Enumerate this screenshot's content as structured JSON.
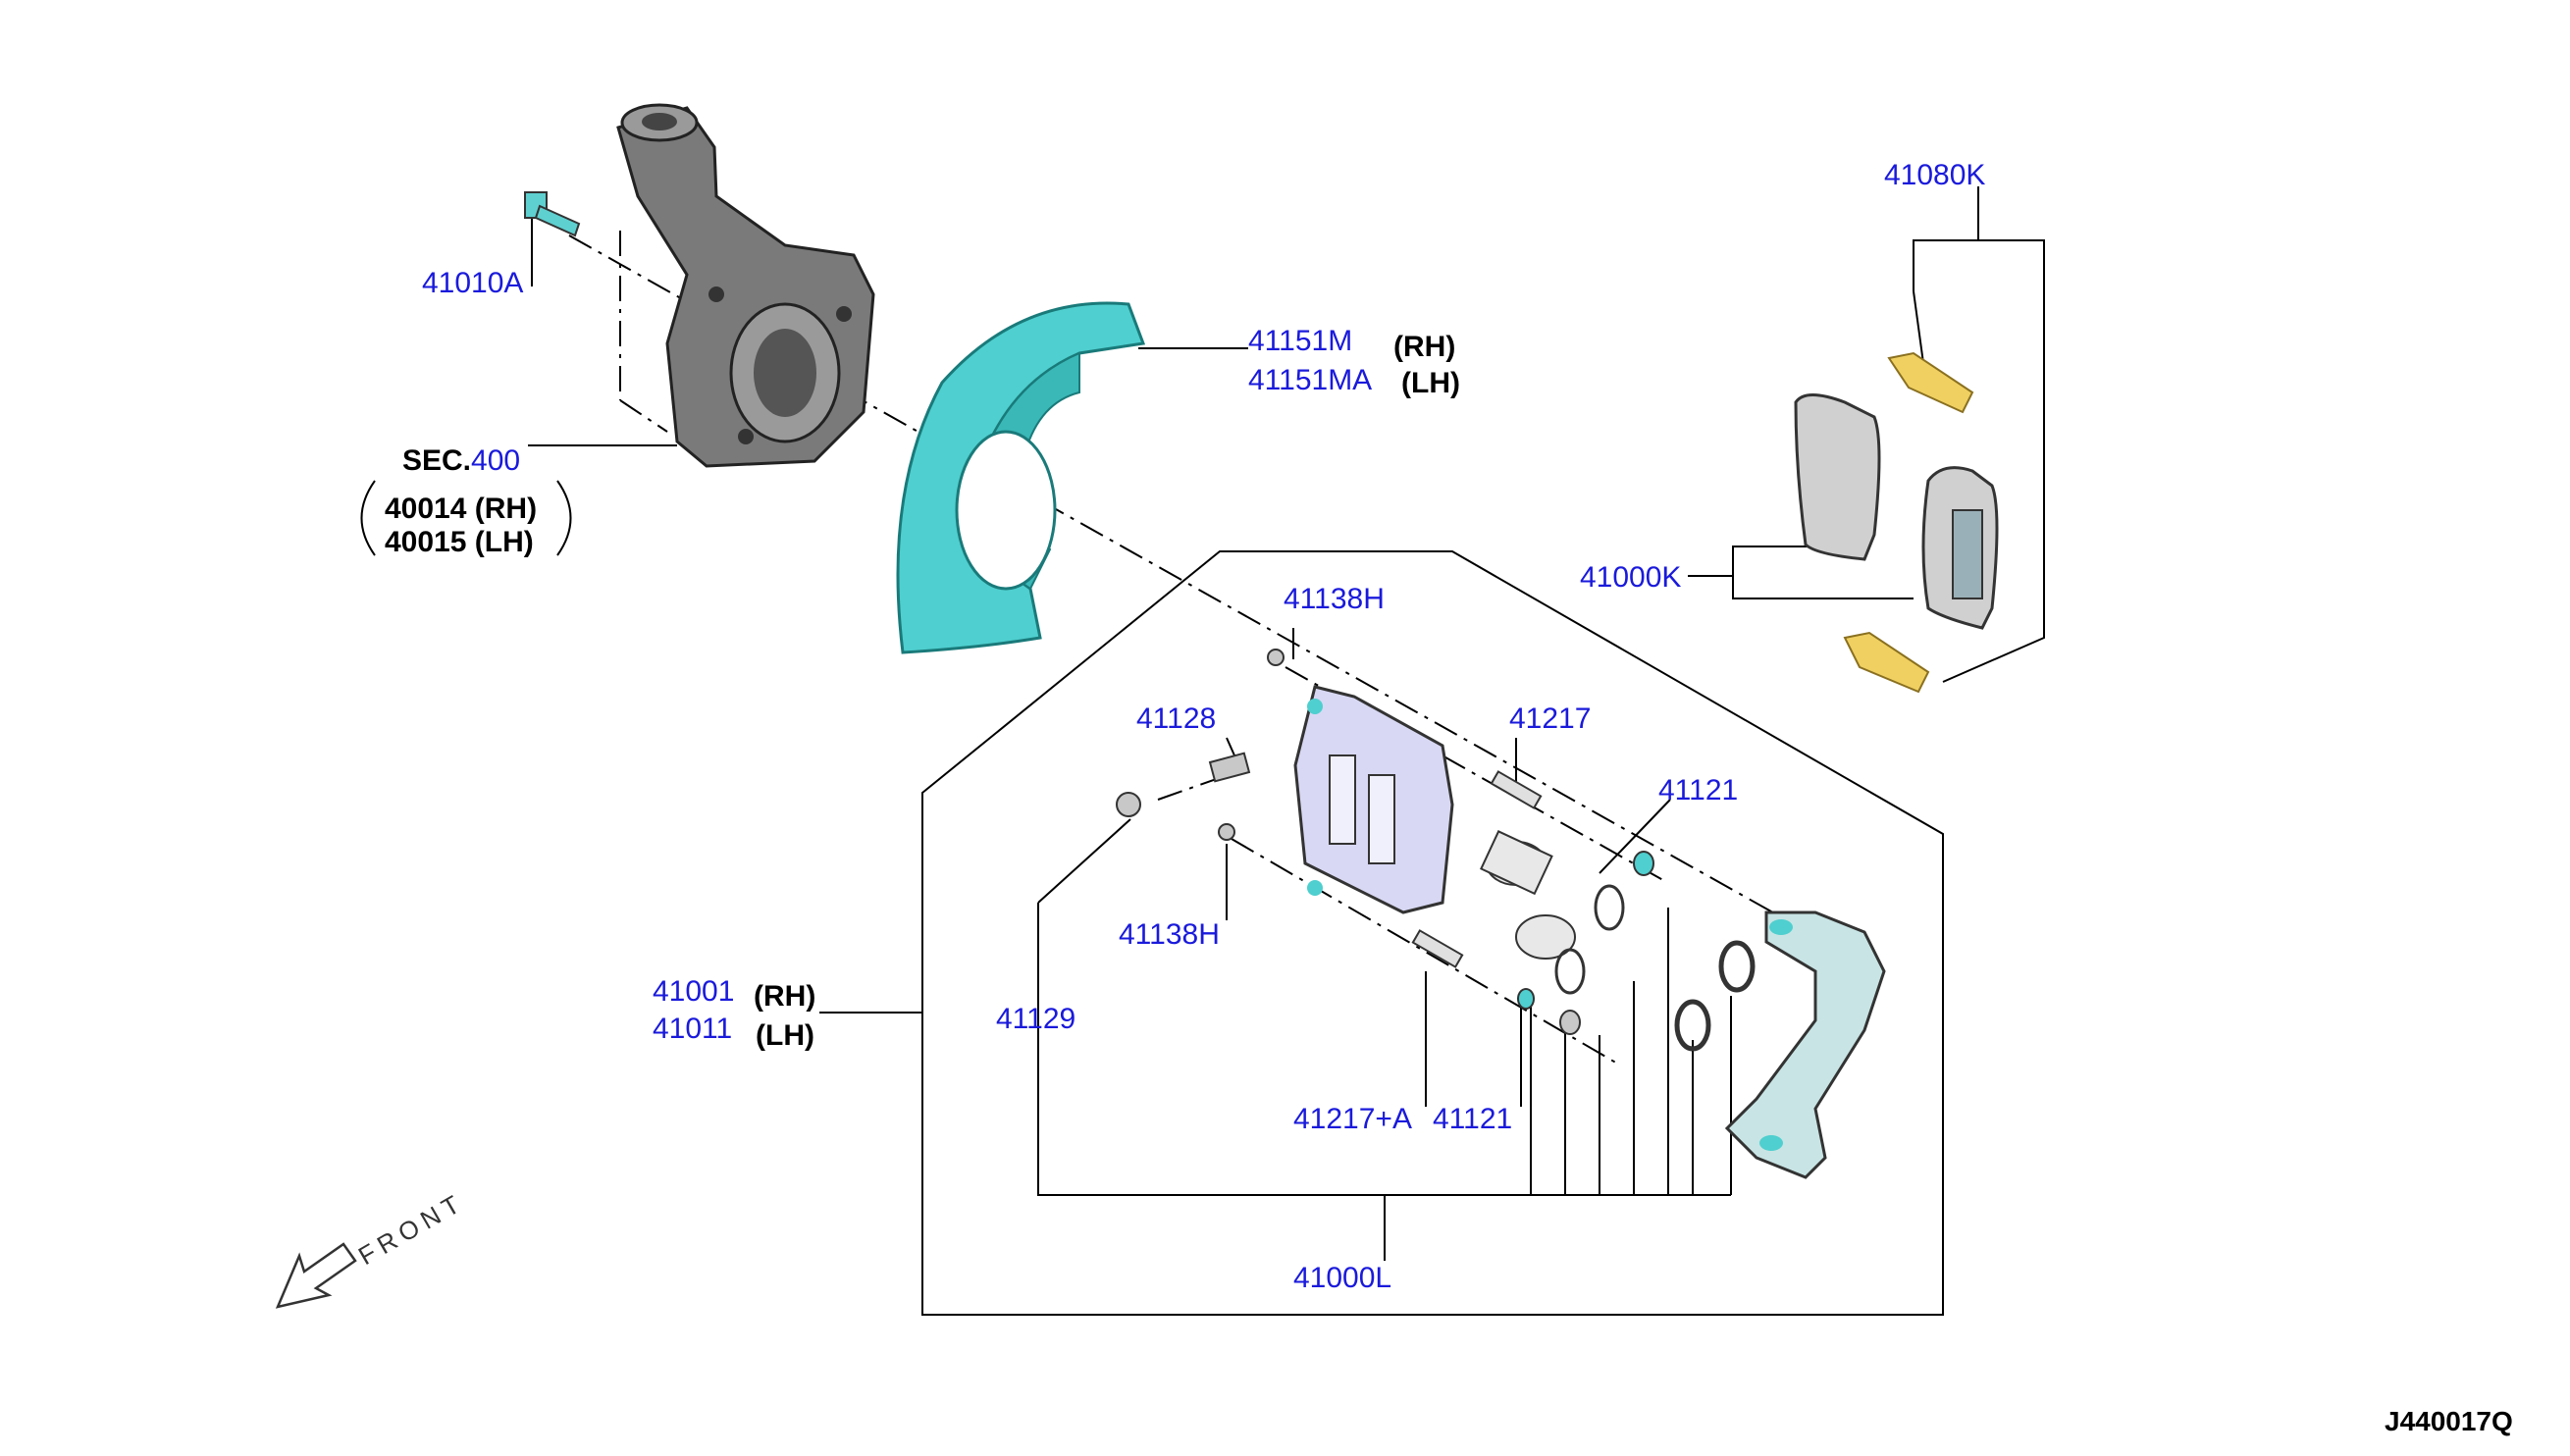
{
  "labels": {
    "p41080K": "41080K",
    "p41010A": "41010A",
    "p41151M": "41151M",
    "side_41151M": "(RH)",
    "p41151MA": "41151MA",
    "side_41151MA": "(LH)",
    "sec_prefix": "SEC.",
    "sec_number": "400",
    "p40014": "40014 (RH)",
    "p40015": "40015 (LH)",
    "p41000K": "41000K",
    "p41138H_top": "41138H",
    "p41128": "41128",
    "p41217": "41217",
    "p41121_top": "41121",
    "p41138H_bottom": "41138H",
    "p41001": "41001",
    "side_41001": "(RH)",
    "p41011": "41011",
    "side_41011": "(LH)",
    "p41129": "41129",
    "p41217A": "41217+A",
    "p41121_bottom": "41121",
    "p41000L": "41000L",
    "front": "FRONT",
    "code": "J440017Q"
  },
  "colors": {
    "part_number": "#1a1adc",
    "text": "#000000",
    "dust_shield": "#4fcfcf",
    "caliper_body": "#d8d8f4",
    "caliper_bracket": "#c8e4e4",
    "knuckle": "#7a7a7a",
    "pad_clip": "#f0d060",
    "hardware": "#c8c8c8"
  },
  "icons": {
    "knuckle": "steering-knuckle-icon",
    "shield": "dust-shield-icon",
    "caliper": "brake-caliper-icon",
    "bracket": "caliper-bracket-icon",
    "pads": "brake-pad-icon",
    "clips": "pad-clip-icon",
    "front_arrow": "front-arrow-icon"
  }
}
